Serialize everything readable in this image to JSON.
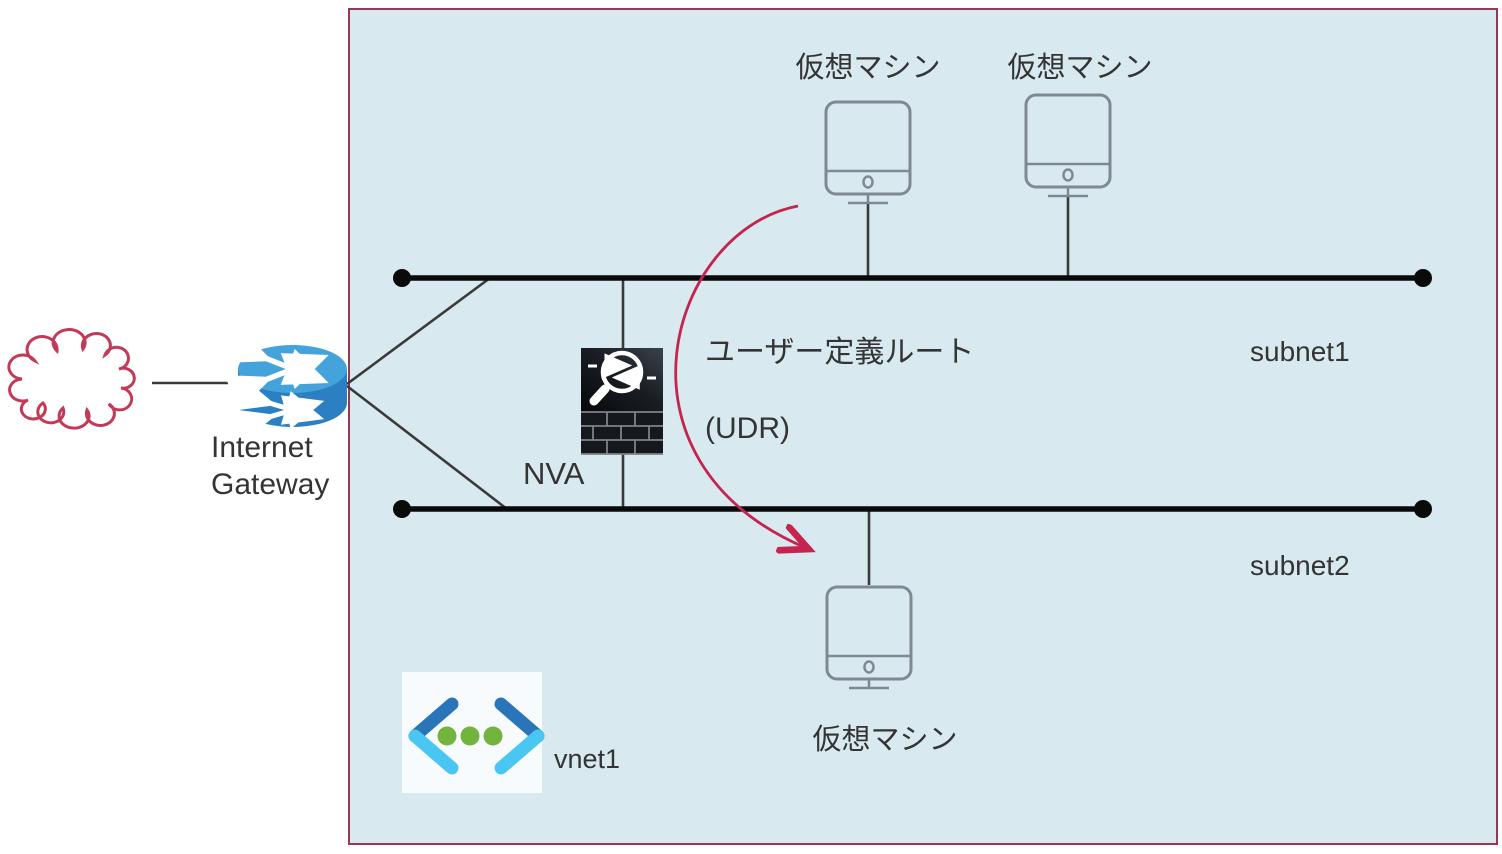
{
  "diagram": {
    "type": "network-architecture",
    "labels": {
      "internet_gateway": "Internet Gateway",
      "vm": "仮想マシン",
      "nva": "NVA",
      "udr_line1": "ユーザー定義ルート",
      "udr_line2": "(UDR)",
      "subnet1": "subnet1",
      "subnet2": "subnet2",
      "vnet": "vnet1"
    },
    "icons": {
      "cloud": "internet-cloud-icon",
      "router": "internet-gateway-router-icon",
      "nva": "firewall-inspection-icon",
      "vm": "virtual-machine-monitor-icon",
      "vnet": "azure-virtual-network-icon",
      "udr": "curved-route-arrow-icon"
    },
    "colors": {
      "vnet_fill": "#d8e9f0",
      "vnet_border": "#943a50",
      "cloud_stroke": "#c23a57",
      "udr_arrow": "#c5244f",
      "bus_line": "#0a0a0a",
      "connector": "#3a3a3a",
      "vm_stroke": "#7f8994",
      "router_top": "#44a3da",
      "router_body": "#2a80c2",
      "vnet_icon_dark_blue": "#2a74b8",
      "vnet_icon_light_blue": "#49c7f2",
      "vnet_icon_green": "#72b43d",
      "text": "#343434"
    }
  }
}
